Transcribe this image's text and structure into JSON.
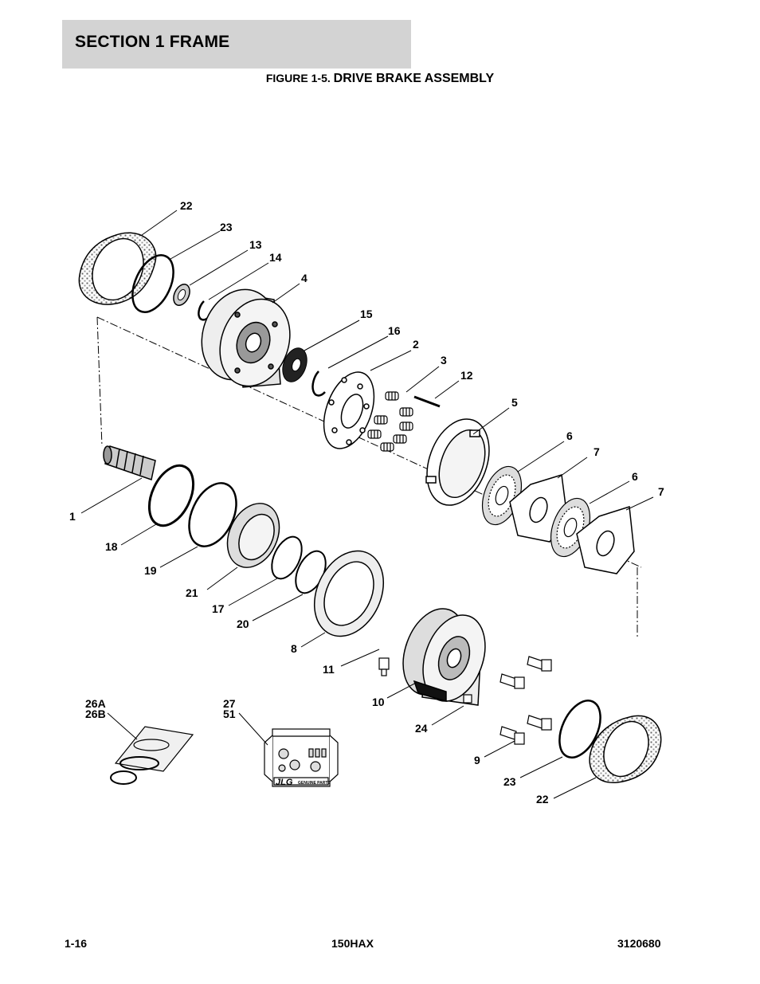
{
  "header": {
    "section_title": "SECTION 1  FRAME"
  },
  "figure": {
    "title_lead": "FIGURE 1-5. ",
    "title_rest": "DRIVE BRAKE ASSEMBLY"
  },
  "callouts": {
    "c22a": "22",
    "c23a": "23",
    "c13": "13",
    "c14": "14",
    "c4": "4",
    "c15": "15",
    "c16": "16",
    "c2": "2",
    "c3": "3",
    "c12": "12",
    "c5": "5",
    "c6a": "6",
    "c7a": "7",
    "c6b": "6",
    "c7b": "7",
    "c1": "1",
    "c18": "18",
    "c19": "19",
    "c21": "21",
    "c17": "17",
    "c20": "20",
    "c8": "8",
    "c11": "11",
    "c10": "10",
    "c24": "24",
    "c9": "9",
    "c23b": "23",
    "c22b": "22",
    "c26a": "26A",
    "c26b": "26B",
    "c27": "27",
    "c51": "51"
  },
  "kit_box": {
    "logo": "JLG",
    "brand_text": "GENUINE PARTS"
  },
  "footer": {
    "page": "1-16",
    "model": "150HAX",
    "doc_number": "3120680"
  }
}
